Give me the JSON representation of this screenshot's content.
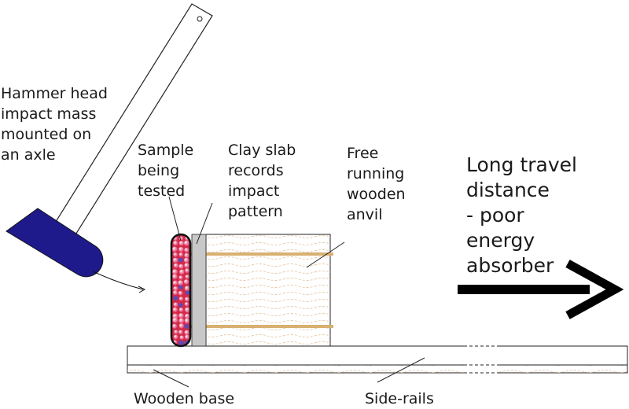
{
  "labels": {
    "hammer": "Hammer head\nimpact mass\nmounted on\nan axle",
    "sample": "Sample\nbeing\ntested",
    "clay": "Clay slab\nrecords\nimpact\npattern",
    "anvil": "Free\nrunning\nwooden\nanvil",
    "travel": "Long travel\ndistance\n- poor\nenergy\nabsorber",
    "base": "Wooden  base",
    "rails": "Side-rails"
  },
  "colors": {
    "hammer_head": "#1e1a8c",
    "sample_fill": "#d42a46",
    "sample_outline": "#111111",
    "sample_dots": "#e85a8c",
    "clay": "#c8c8c8",
    "band": "#d8b070",
    "wood_grain": "#e6c9a8",
    "outline": "#222222",
    "arrow": "#000000"
  },
  "icons": {
    "impact_arrow": "curved-arrow-icon",
    "travel_arrow": "right-arrow-icon"
  }
}
